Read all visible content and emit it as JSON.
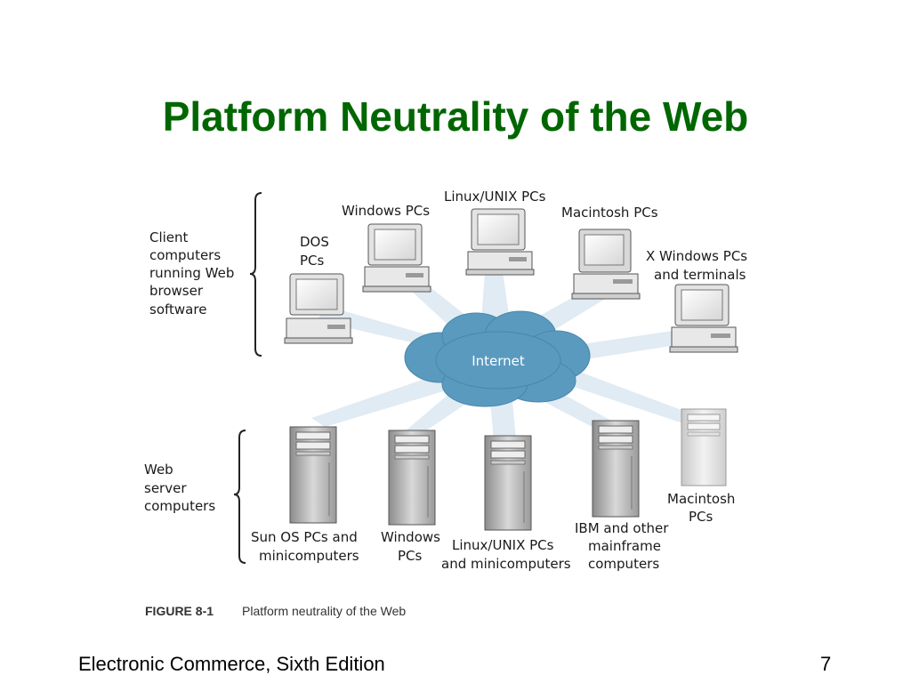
{
  "slide": {
    "title": "Platform Neutrality of the Web",
    "footer_left": "Electronic Commerce, Sixth Edition",
    "page_number": "7"
  },
  "diagram": {
    "cloud_label": "Internet",
    "client_group_label": [
      "Client",
      "computers",
      "running Web",
      "browser",
      "software"
    ],
    "server_group_label": [
      "Web",
      "server",
      "computers"
    ],
    "clients": [
      {
        "label": [
          "DOS",
          "PCs"
        ]
      },
      {
        "label": [
          "Windows PCs"
        ]
      },
      {
        "label": [
          "Linux/UNIX PCs"
        ]
      },
      {
        "label": [
          "Macintosh PCs"
        ]
      },
      {
        "label": [
          "X Windows PCs",
          "and terminals"
        ]
      }
    ],
    "servers": [
      {
        "label": [
          "Sun OS PCs and",
          "minicomputers"
        ]
      },
      {
        "label": [
          "Windows",
          "PCs"
        ]
      },
      {
        "label": [
          "Linux/UNIX PCs",
          "and minicomputers"
        ]
      },
      {
        "label": [
          "IBM and other",
          "mainframe",
          "computers"
        ]
      },
      {
        "label": [
          "Macintosh",
          "PCs"
        ]
      }
    ],
    "caption_number": "FIGURE 8-1",
    "caption_text": "Platform neutrality of the Web"
  },
  "colors": {
    "title": "#006600",
    "cloud": "#5a9abf",
    "rays": "#dce9f3"
  }
}
